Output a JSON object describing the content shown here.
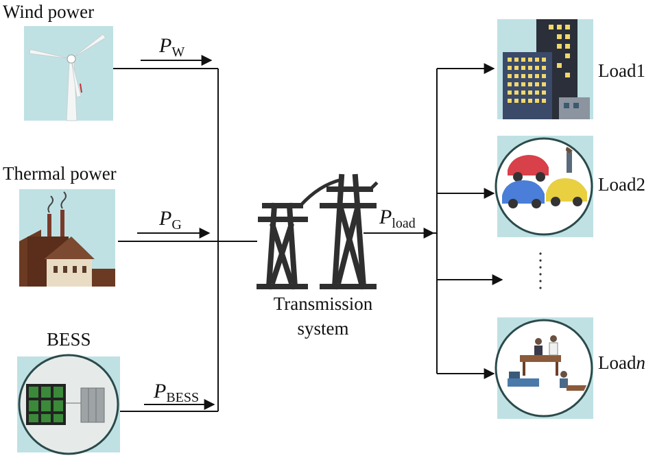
{
  "sources": {
    "wind": {
      "label": "Wind power"
    },
    "thermal": {
      "label": "Thermal power"
    },
    "bess": {
      "label": "BESS"
    }
  },
  "flows": {
    "wind": {
      "symbol": "P",
      "subscript": "W"
    },
    "thermal": {
      "symbol": "P",
      "subscript": "G"
    },
    "bess": {
      "symbol": "P",
      "subscript": "BESS"
    },
    "load": {
      "symbol": "P",
      "subscript": "load"
    }
  },
  "transmission": {
    "line1": "Transmission",
    "line2": "system"
  },
  "loads": {
    "load1": {
      "label": "Load1"
    },
    "load2": {
      "label": "Load2"
    },
    "loadn": {
      "prefix": "Load",
      "suffix": "n"
    }
  },
  "colors": {
    "panel_bg": "#bfe1e4",
    "line": "#111111",
    "tower": "#2f2f2f"
  }
}
